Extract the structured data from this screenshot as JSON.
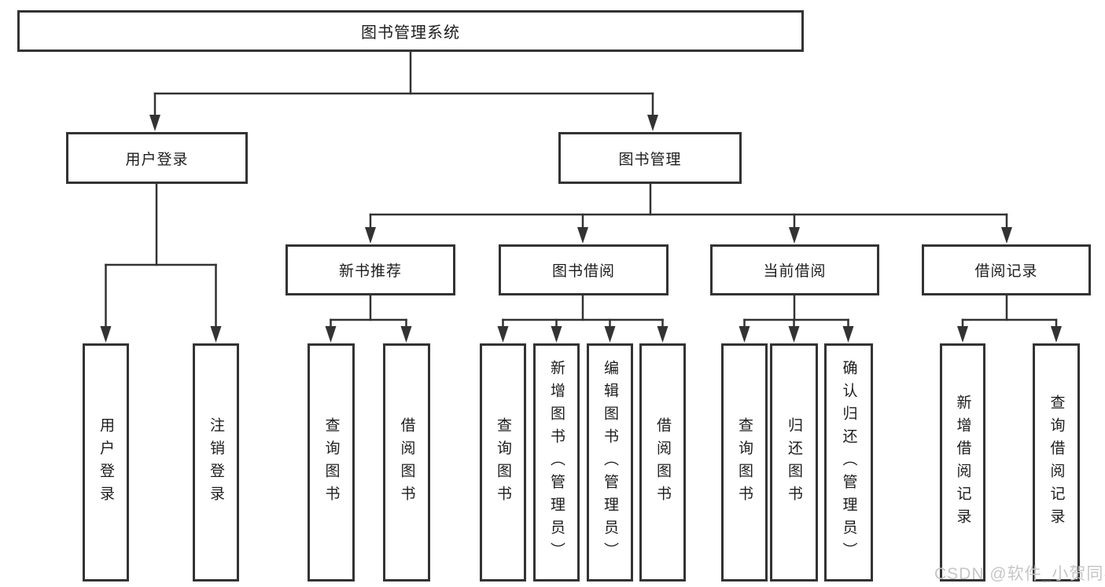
{
  "diagram": {
    "type": "tree",
    "root": {
      "label": "图书管理系统"
    },
    "level2": [
      {
        "label": "用户登录"
      },
      {
        "label": "图书管理"
      }
    ],
    "level3": [
      {
        "label": "新书推荐"
      },
      {
        "label": "图书借阅"
      },
      {
        "label": "当前借阅"
      },
      {
        "label": "借阅记录"
      }
    ],
    "leaves": {
      "user_login": [
        "用户登录",
        "注销登录"
      ],
      "new_book": [
        "查询图书",
        "借阅图书"
      ],
      "book_borrow": [
        "查询图书",
        "新增图书（管理员）",
        "编辑图书（管理员）",
        "借阅图书"
      ],
      "current_borrow": [
        "查询图书",
        "归还图书",
        "确认归还（管理员）"
      ],
      "borrow_record": [
        "新增借阅记录",
        "查询借阅记录"
      ]
    },
    "hierarchy": {
      "图书管理系统": {
        "用户登录": [
          "用户登录",
          "注销登录"
        ],
        "图书管理": {
          "新书推荐": [
            "查询图书",
            "借阅图书"
          ],
          "图书借阅": [
            "查询图书",
            "新增图书（管理员）",
            "编辑图书（管理员）",
            "借阅图书"
          ],
          "当前借阅": [
            "查询图书",
            "归还图书",
            "确认归还（管理员）"
          ],
          "借阅记录": [
            "新增借阅记录",
            "查询借阅记录"
          ]
        }
      }
    }
  },
  "watermark": {
    "text": "CSDN @软件_小贺同学"
  },
  "colors": {
    "line": "#333333",
    "box_border": "#333333",
    "text": "#1d1d1d",
    "watermark": "#c6c6c6",
    "background": "#ffffff"
  }
}
